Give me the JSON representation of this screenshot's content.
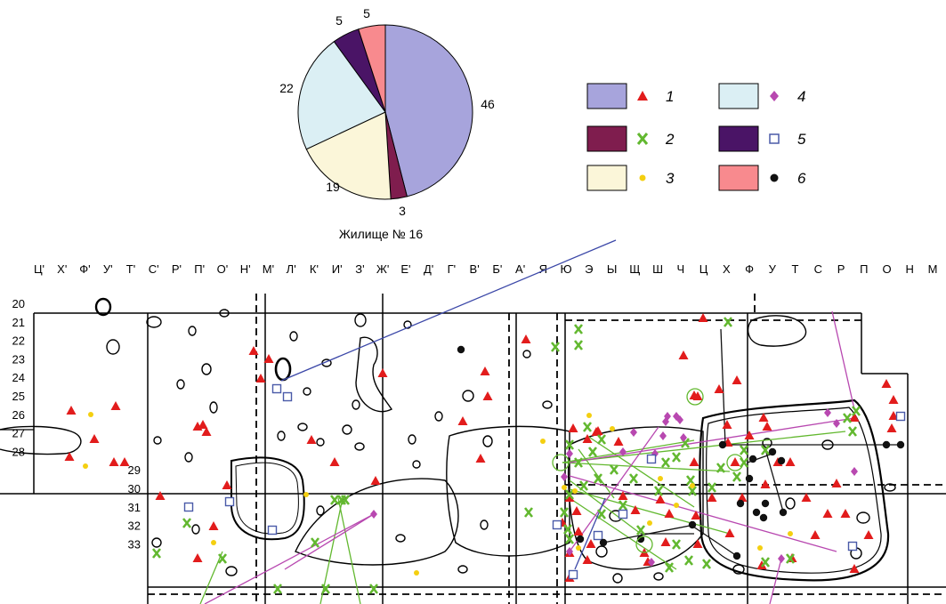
{
  "pie": {
    "caption": "Жилище № 16",
    "slices": [
      {
        "value": 46,
        "label": "46",
        "color": "#a7a4dc"
      },
      {
        "value": 3,
        "label": "3",
        "color": "#7f1d4e"
      },
      {
        "value": 19,
        "label": "19",
        "color": "#fbf6d9"
      },
      {
        "value": 22,
        "label": "22",
        "color": "#dbeff4"
      },
      {
        "value": 5,
        "label": "5",
        "color": "#4a1466"
      },
      {
        "value": 5,
        "label": "5",
        "color": "#f88a8e"
      }
    ]
  },
  "legend": [
    {
      "number": "1",
      "swatch": "#a7a4dc",
      "marker": "triangle",
      "marker_color": "#e21c1c"
    },
    {
      "number": "2",
      "swatch": "#7f1d4e",
      "marker": "cross",
      "marker_color": "#62b82f"
    },
    {
      "number": "3",
      "swatch": "#fbf6d9",
      "marker": "dot",
      "marker_color": "#f4cf10"
    },
    {
      "number": "4",
      "swatch": "#dbeff4",
      "marker": "diamond",
      "marker_color": "#b848b0"
    },
    {
      "number": "5",
      "swatch": "#4a1466",
      "marker": "square",
      "marker_color": "#4a5aa8"
    },
    {
      "number": "6",
      "swatch": "#f88a8e",
      "marker": "dot",
      "marker_color": "#111111"
    }
  ],
  "grid": {
    "column_labels": [
      "Ц'",
      "Х'",
      "Ф'",
      "У'",
      "Т'",
      "С'",
      "Р'",
      "П'",
      "О'",
      "Н'",
      "М'",
      "Л'",
      "К'",
      "И'",
      "З'",
      "Ж'",
      "Е'",
      "Д'",
      "Г'",
      "В'",
      "Б'",
      "А'",
      "Я",
      "Ю",
      "Э",
      "Ы",
      "Щ",
      "Ш",
      "Ч",
      "Ц",
      "Х",
      "Ф",
      "У",
      "Т",
      "С",
      "Р",
      "П",
      "О",
      "Н",
      "М"
    ],
    "row_labels": [
      "20",
      "21",
      "22",
      "23",
      "24",
      "25",
      "26",
      "27",
      "28",
      "29",
      "30",
      "31",
      "32",
      "33"
    ]
  }
}
